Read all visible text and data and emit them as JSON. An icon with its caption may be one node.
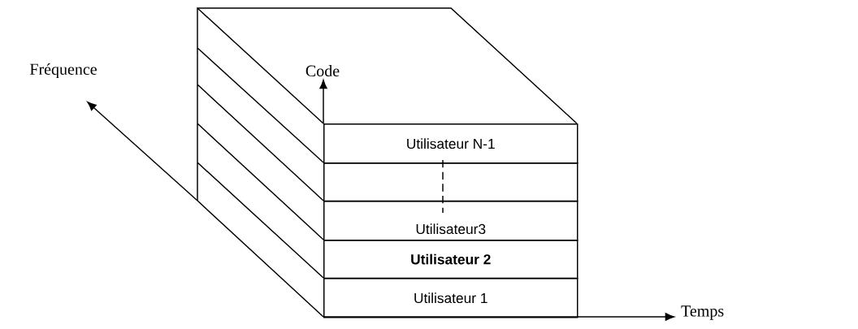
{
  "diagram": {
    "nodes": [
      {
        "text": [
          "Utilisateur N-1"
        ]
      },
      {
        "text": [],
        "shape": "box"
      },
      {
        "text": [
          "Utilisateur3"
        ]
      },
      {
        "text": [
          "Utilisateur 2"
        ]
      },
      {
        "text": [
          "Utilisateur 1"
        ]
      }
    ],
    "labels": [
      "Fréquence",
      "Code",
      "Temps"
    ]
  }
}
